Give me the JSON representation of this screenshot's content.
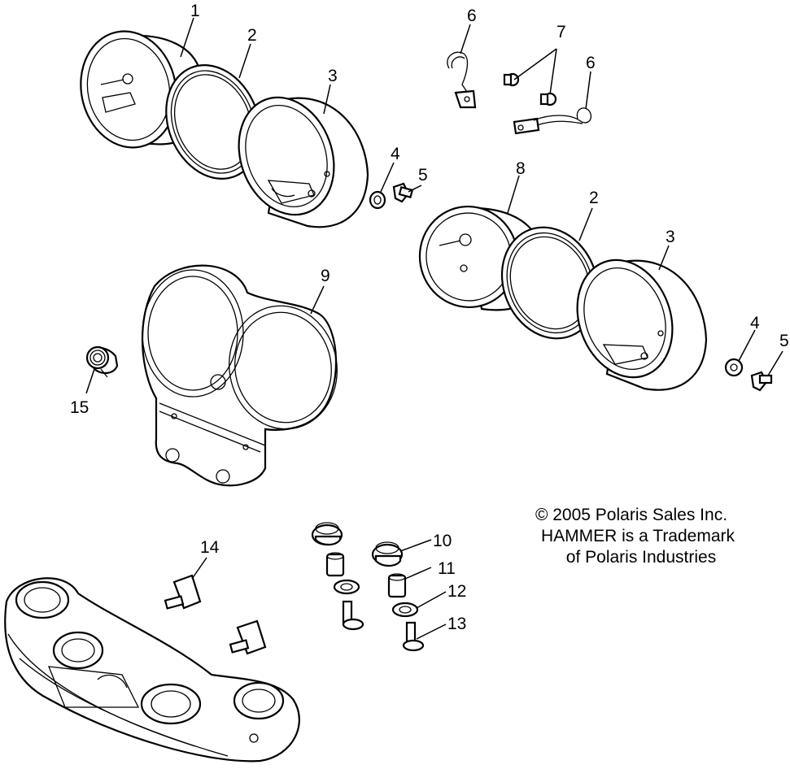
{
  "callouts": {
    "c1": "1",
    "c2a": "2",
    "c3a": "3",
    "c4a": "4",
    "c5a": "5",
    "c6a": "6",
    "c7": "7",
    "c6b": "6",
    "c8": "8",
    "c2b": "2",
    "c3b": "3",
    "c9": "9",
    "c4b": "4",
    "c5b": "5",
    "c15": "15",
    "c10": "10",
    "c11": "11",
    "c12": "12",
    "c13": "13",
    "c14": "14"
  },
  "copyright": {
    "line1": "© 2005 Polaris Sales Inc.",
    "line2": "HAMMER is a Trademark",
    "line3": "of Polaris Industries"
  }
}
